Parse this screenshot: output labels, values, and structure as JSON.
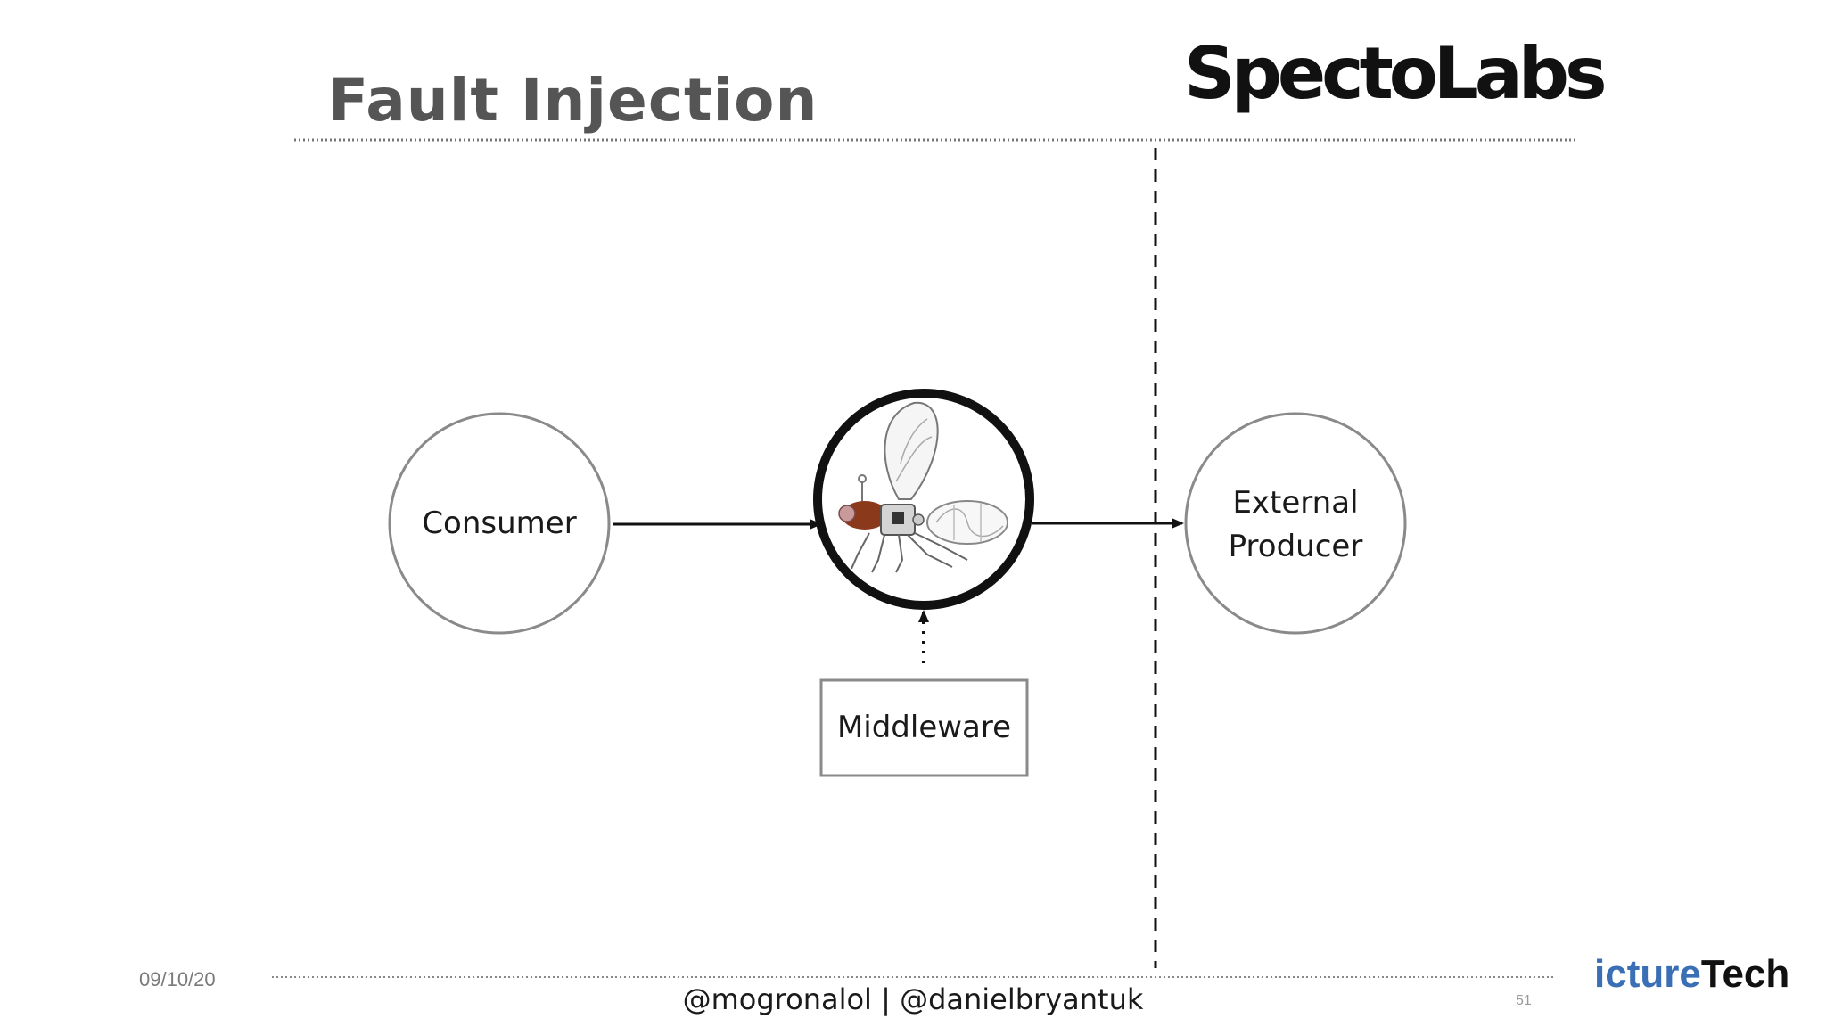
{
  "slide": {
    "title": "Fault Injection",
    "logo_text": "SpectoLabs",
    "date": "09/10/20",
    "footer_handles": "@mogronalol | @danielbryantuk",
    "page_number": "51",
    "brand": {
      "part1": "icture",
      "part2": "Tech"
    }
  },
  "diagram": {
    "consumer_label": "Consumer",
    "producer_label_line1": "External",
    "producer_label_line2": "Producer",
    "middleware_label": "Middleware",
    "hub_icon": "robot-fly-icon"
  },
  "colors": {
    "title": "#555555",
    "text": "#1a1a1a",
    "circle_stroke": "#8a8a8a",
    "hub_stroke": "#111111",
    "brand_blue": "#3a6fb5",
    "brand_black": "#111111",
    "dotted_rule": "#777777"
  }
}
